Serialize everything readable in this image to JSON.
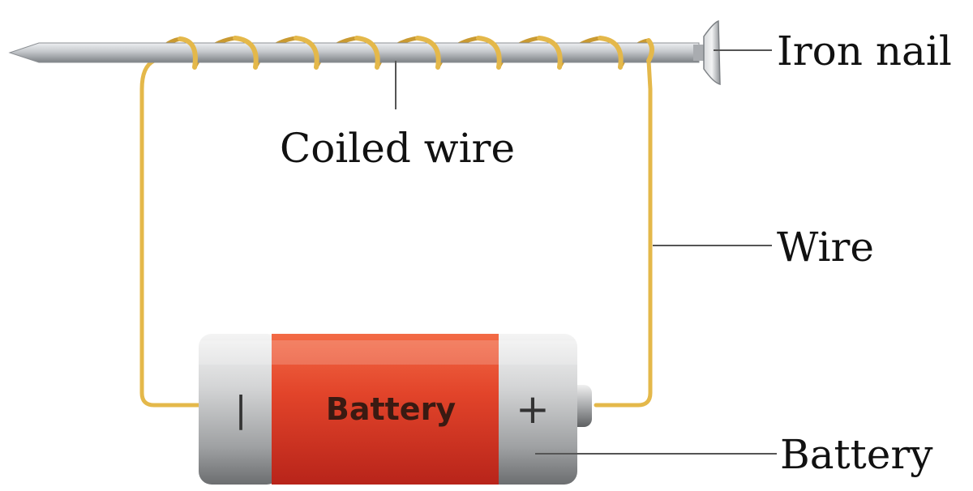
{
  "labels": {
    "iron_nail": "Iron nail",
    "coiled_wire": "Coiled wire",
    "wire": "Wire",
    "battery": "Battery"
  },
  "battery_body": {
    "text": "Battery",
    "minus_sign": "|",
    "plus_sign": "+"
  },
  "colors": {
    "wire": "#e4b84a",
    "battery_red": "#e2442a",
    "nail": "#b9bcc1",
    "leader_line": "#555555"
  }
}
